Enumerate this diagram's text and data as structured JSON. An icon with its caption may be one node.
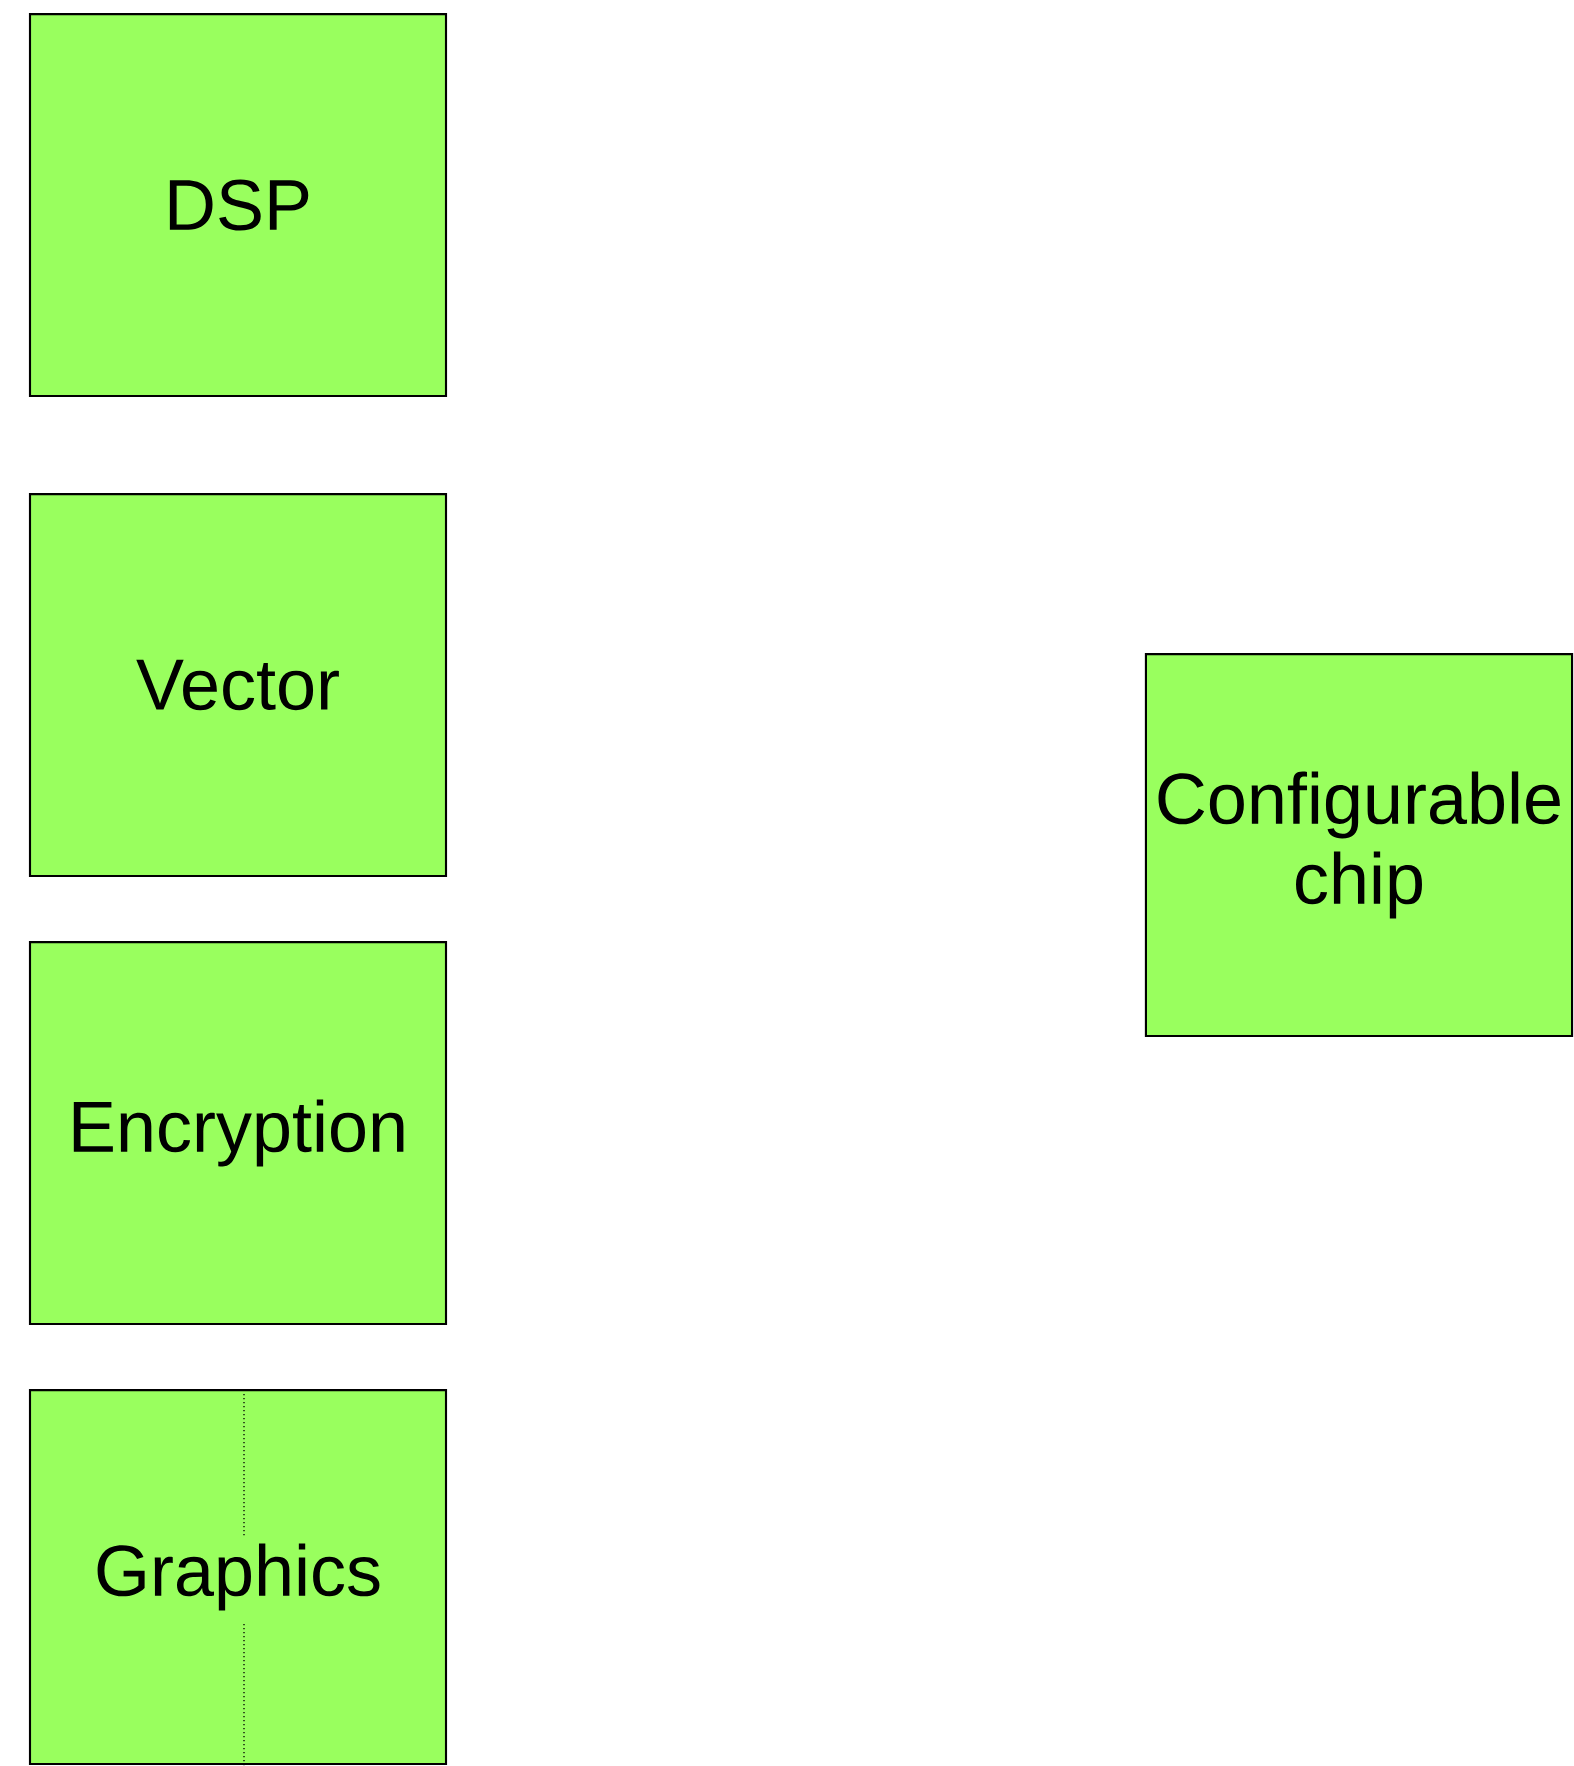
{
  "diagram": {
    "nodes": [
      {
        "text": [
          "DSP"
        ]
      },
      {
        "text": [
          "Vector"
        ]
      },
      {
        "text": [
          "Encryption"
        ]
      },
      {
        "text": [
          "Graphics"
        ]
      },
      {
        "text": [
          "Configurable chip"
        ]
      }
    ]
  }
}
